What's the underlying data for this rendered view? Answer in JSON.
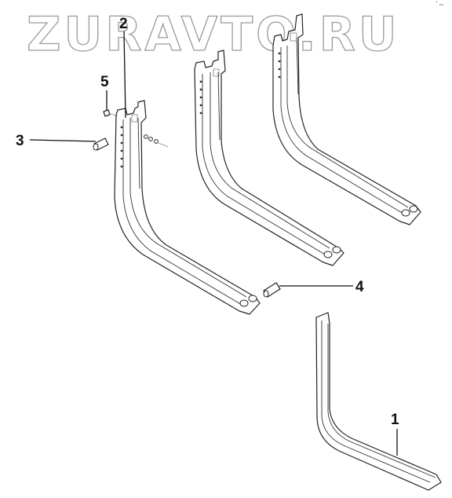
{
  "watermark": "ZURAVTO.RU",
  "corner_mark": "´~",
  "callouts": [
    {
      "id": "2",
      "label": "2"
    },
    {
      "id": "5",
      "label": "5"
    },
    {
      "id": "3",
      "label": "3"
    },
    {
      "id": "4",
      "label": "4"
    },
    {
      "id": "1",
      "label": "1"
    }
  ]
}
